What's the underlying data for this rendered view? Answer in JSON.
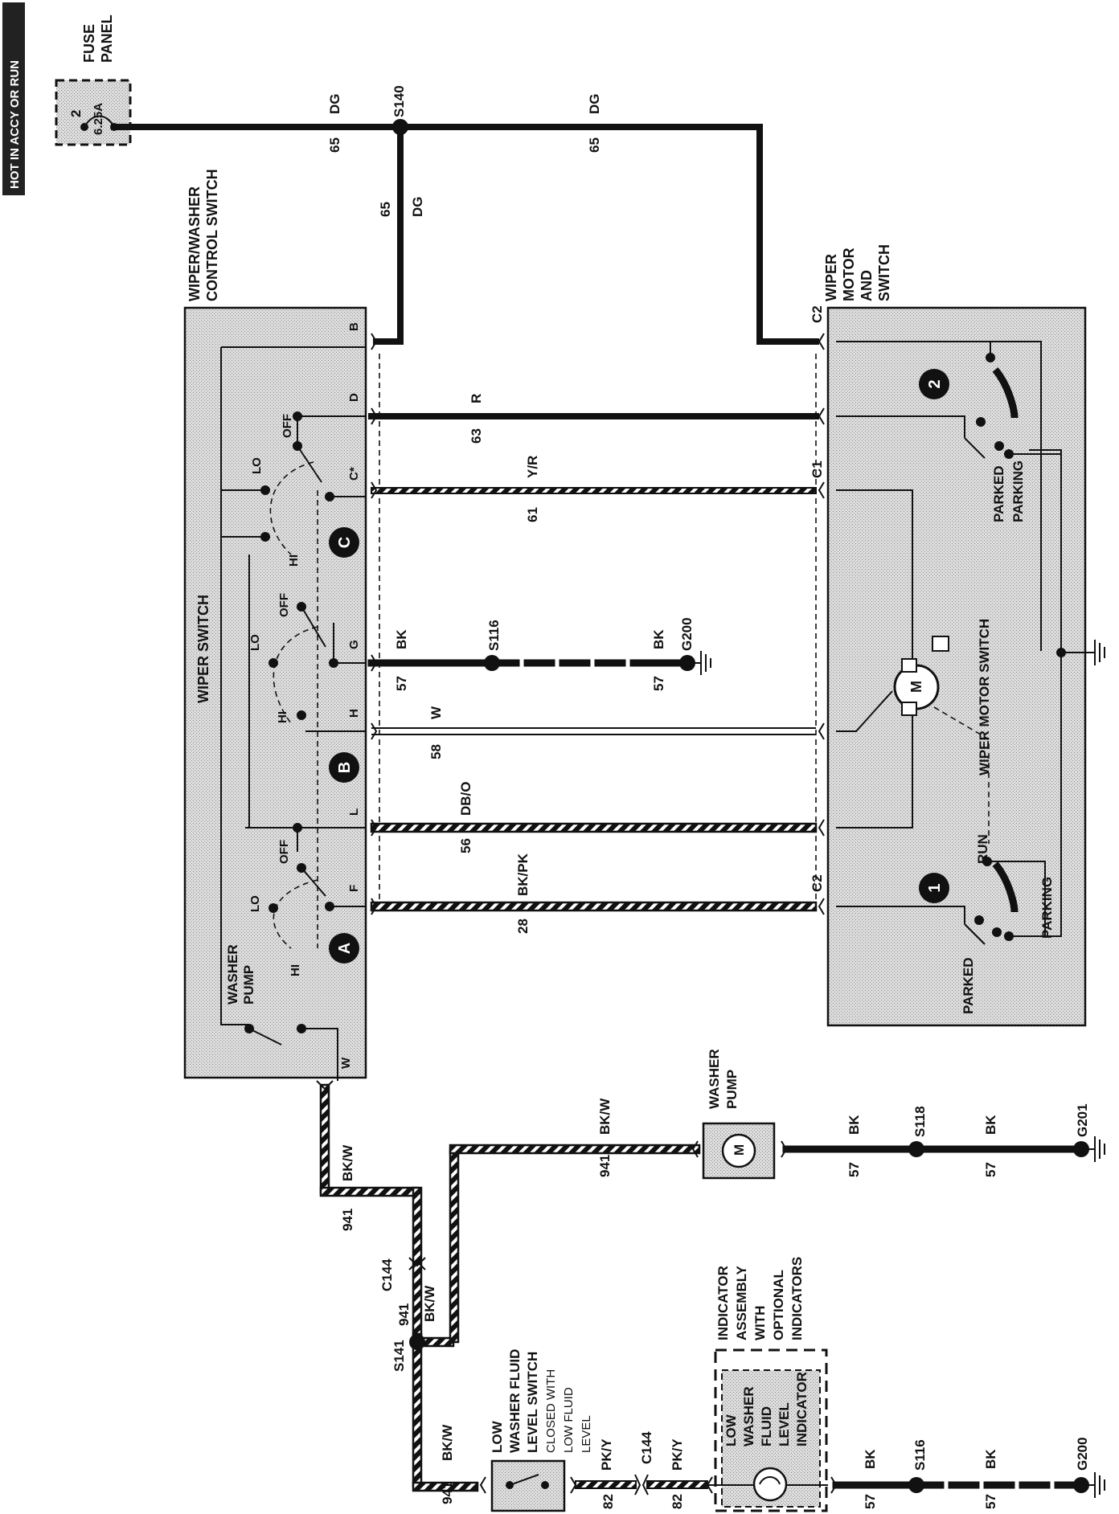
{
  "hot_banner": "HOT IN ACCY OR RUN",
  "fuse_panel": {
    "title_1": "FUSE",
    "title_2": "PANEL",
    "fuse_number": "2",
    "fuse_rating": "6.25A"
  },
  "splices": {
    "s140": "S140",
    "s116_top": "S116",
    "s118": "S118",
    "s141": "S141",
    "s116_bottom": "S116"
  },
  "grounds": {
    "g200_top": "G200",
    "g201": "G201",
    "g200_bottom": "G200"
  },
  "connectors": {
    "c144_top": "C144",
    "c144_bottom": "C144",
    "c2_top": "C2",
    "c1": "C1",
    "c2_bottom": "C2"
  },
  "control_switch": {
    "title_1": "WIPER/WASHER",
    "title_2": "CONTROL SWITCH",
    "wiper_switch": "WIPER SWITCH",
    "washer_pump_1": "WASHER",
    "washer_pump_2": "PUMP",
    "terminals": {
      "b": "B",
      "d": "D",
      "c_star": "C*",
      "g": "G",
      "h": "H",
      "l": "L",
      "f": "F",
      "w": "W"
    },
    "positions": {
      "off": "OFF",
      "lo": "LO",
      "hi": "HI"
    },
    "sections": {
      "a": "A",
      "b": "B",
      "c": "C"
    }
  },
  "wiper_motor": {
    "title_1": "WIPER",
    "title_2": "MOTOR",
    "title_3": "AND",
    "title_4": "SWITCH",
    "motor_switch": "WIPER MOTOR SWITCH",
    "motor_m": "M",
    "parked": "PARKED",
    "parking": "PARKING",
    "run": "RUN",
    "circle_1": "1",
    "circle_2": "2"
  },
  "washer_pump": {
    "title_1": "WASHER",
    "title_2": "PUMP",
    "m": "M"
  },
  "fluid_switch": {
    "line_1": "LOW",
    "line_2": "WASHER FLUID",
    "line_3": "LEVEL SWITCH",
    "line_4": "CLOSED WITH",
    "line_5": "LOW FLUID",
    "line_6": "LEVEL"
  },
  "indicator_assembly": {
    "line_1": "INDICATOR",
    "line_2": "ASSEMBLY",
    "line_3": "WITH",
    "line_4": "OPTIONAL",
    "line_5": "INDICATORS"
  },
  "indicator": {
    "line_1": "LOW",
    "line_2": "WASHER",
    "line_3": "FLUID",
    "line_4": "LEVEL",
    "line_5": "INDICATOR"
  },
  "wires": {
    "w65_left": {
      "circuit": "65",
      "color": "DG"
    },
    "w65_right": {
      "circuit": "65",
      "color": "DG"
    },
    "w65_down": {
      "circuit": "65",
      "color": "DG"
    },
    "w63": {
      "circuit": "63",
      "color": "R"
    },
    "w61": {
      "circuit": "61",
      "color": "Y/R"
    },
    "w57_ws": {
      "circuit": "57",
      "color": "BK"
    },
    "w57_g200": {
      "circuit": "57",
      "color": "BK"
    },
    "w58": {
      "circuit": "58",
      "color": "W"
    },
    "w56": {
      "circuit": "56",
      "color": "DB/O"
    },
    "w28": {
      "circuit": "28",
      "color": "BK/PK"
    },
    "w941_sw": {
      "circuit": "941",
      "color": "BK/W"
    },
    "w941_c144": {
      "circuit": "941",
      "color": "BK/W"
    },
    "w941_pump": {
      "circuit": "941",
      "color": "BK/W"
    },
    "w57_pump": {
      "circuit": "57",
      "color": "BK"
    },
    "w57_g201": {
      "circuit": "57",
      "color": "BK"
    },
    "w941_bottom": {
      "circuit": "941",
      "color": "BK/W"
    },
    "w82_a": {
      "circuit": "82",
      "color": "PK/Y"
    },
    "w82_b": {
      "circuit": "82",
      "color": "PK/Y"
    },
    "w57_ind": {
      "circuit": "57",
      "color": "BK"
    },
    "w57_g200b": {
      "circuit": "57",
      "color": "BK"
    }
  }
}
